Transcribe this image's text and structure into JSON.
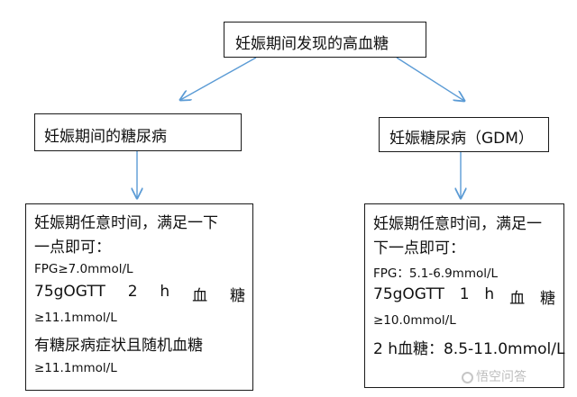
{
  "root": {
    "label": "妊娠期间发现的高血糖"
  },
  "left": {
    "header": "妊娠期间的糖尿病",
    "detail": {
      "l1": "妊娠期任意时间，满足一下",
      "l2": "一点即可：",
      "fpg": "FPG≥7.0mmol/L",
      "ogtt": [
        "75gOGTT",
        "2",
        "h",
        "血",
        "糖"
      ],
      "ogtt_val": "≥11.1mmol/L",
      "rand": "有糖尿病症状且随机血糖",
      "rand_val": "≥11.1mmol/L"
    }
  },
  "right": {
    "header": "妊娠糖尿病（GDM）",
    "detail": {
      "l1": "妊娠期任意时间，满足一",
      "l2": "下一点即可：",
      "fpg": "FPG：5.1-6.9mmol/L",
      "ogtt": [
        "75gOGTT",
        "1",
        "h",
        "血",
        "糖"
      ],
      "ogtt_val": "≥10.0mmol/L",
      "two_h": "2 h血糖：8.5-11.0mmol/L"
    }
  },
  "watermark": "悟空问答",
  "colors": {
    "arrow": "#5b9bd5",
    "border": "#1a1a1a",
    "text": "#111111"
  }
}
